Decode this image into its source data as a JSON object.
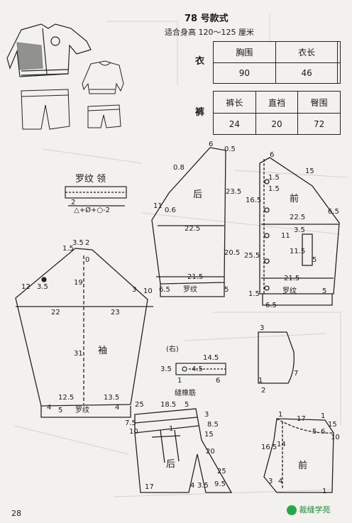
{
  "header": {
    "title": "78 号款式",
    "subtitle": "适合身高 120～125 厘米"
  },
  "top_table": {
    "row_label": "衣",
    "headers": [
      "胸围",
      "衣长"
    ],
    "values": [
      "90",
      "46"
    ]
  },
  "pants_table": {
    "row_label": "裤",
    "headers": [
      "裤长",
      "直裆",
      "臀围"
    ],
    "values": [
      "24",
      "20",
      "72"
    ]
  },
  "collar": {
    "title": "罗纹 领",
    "formula": "△+Ø+○-2",
    "num2": "2"
  },
  "back": {
    "label": "后",
    "rib": "罗纹",
    "m": [
      "6",
      "0.5",
      "0.8",
      "23.5",
      "11",
      "0.6",
      "22.5",
      "20.5",
      "21.5",
      "6.5",
      "5"
    ]
  },
  "front": {
    "label": "前",
    "rib": "罗纹",
    "m": [
      "6",
      "1.5",
      "15",
      "1.5",
      "16.5",
      "22.5",
      "6.5",
      "3.5",
      "11",
      "11.5",
      "25.5",
      "5",
      "21.5",
      "1.5",
      "5",
      "6.5"
    ]
  },
  "sleeve": {
    "label": "袖",
    "rib": "罗纹",
    "m": [
      "1.5",
      "3.5",
      "2",
      "0",
      "19",
      "12",
      "3.5",
      "3",
      "10",
      "22",
      "23",
      "31",
      "12.5",
      "13.5",
      "4",
      "5",
      "4"
    ]
  },
  "tab": {
    "label": "(右)",
    "m": [
      "14.5",
      "3.5",
      "4.5",
      "1",
      "6"
    ]
  },
  "pocket": {
    "m": [
      "3",
      "7",
      "1",
      "2"
    ]
  },
  "pants_back": {
    "label": "后",
    "elastic": "缝橡筋",
    "m": [
      "25",
      "18.5",
      "5",
      "7.5",
      "1",
      "3",
      "8.5",
      "10",
      "15",
      "20",
      "17",
      "4",
      "3.5",
      "9.5",
      "25"
    ]
  },
  "pants_front": {
    "label": "前",
    "m": [
      "1",
      "17",
      "1",
      "5",
      "6",
      "15",
      "10",
      "16.5",
      "14",
      "3",
      "4",
      "1"
    ]
  },
  "page_number": "28",
  "watermark": "裁缝学苑"
}
